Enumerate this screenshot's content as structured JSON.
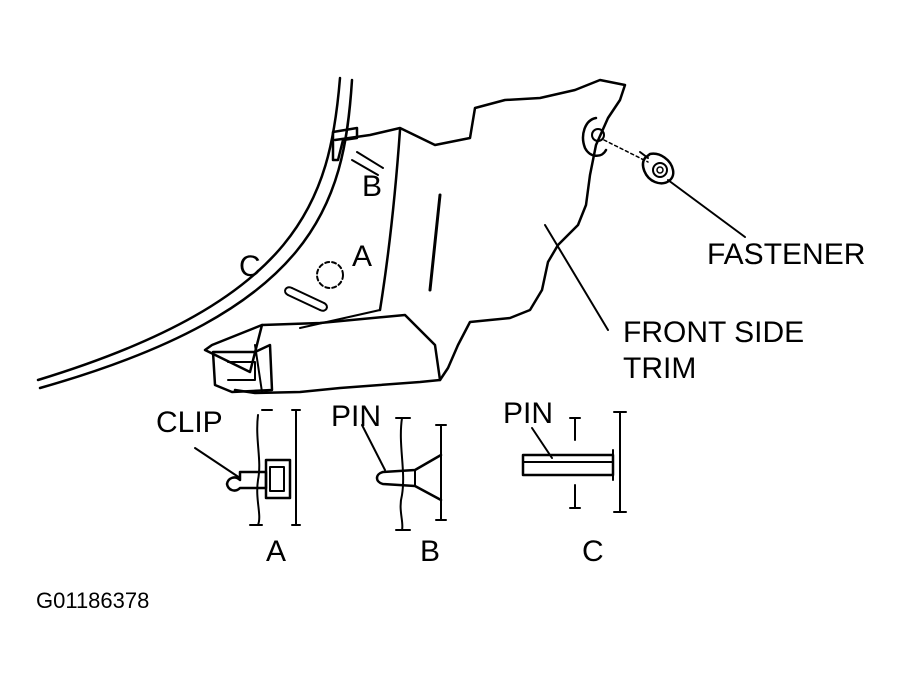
{
  "labels": {
    "fastener": "FASTENER",
    "front_side_trim_line1": "FRONT SIDE",
    "front_side_trim_line2": "TRIM",
    "clip": "CLIP",
    "pin_b": "PIN",
    "pin_c": "PIN",
    "loc_a": "A",
    "loc_b": "B",
    "loc_c": "C",
    "detail_a": "A",
    "detail_b": "B",
    "detail_c": "C",
    "figure_id": "G01186378"
  }
}
